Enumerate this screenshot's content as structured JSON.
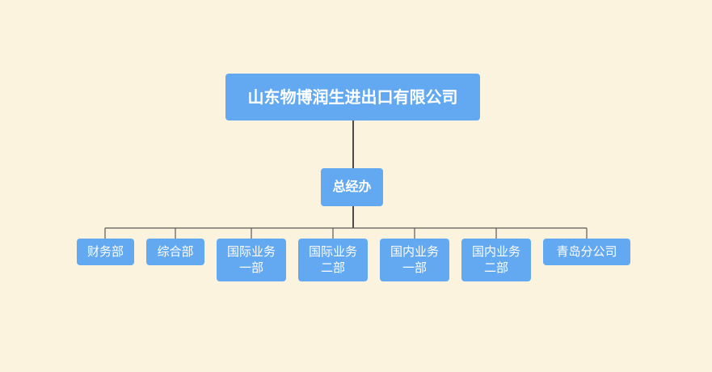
{
  "org_chart": {
    "root": {
      "label": "山东物博润生进出口有限公司"
    },
    "middle": {
      "label": "总经办"
    },
    "departments": [
      {
        "label": "财务部"
      },
      {
        "label": "综合部"
      },
      {
        "label": "国际业务一部"
      },
      {
        "label": "国际业务二部"
      },
      {
        "label": "国内业务一部"
      },
      {
        "label": "国内业务二部"
      },
      {
        "label": "青岛分公司"
      }
    ]
  },
  "colors": {
    "background": "#FBF3DD",
    "box": "#63A9F1",
    "box_text": "#FFFFFF",
    "connector": "#5A5A5A"
  }
}
